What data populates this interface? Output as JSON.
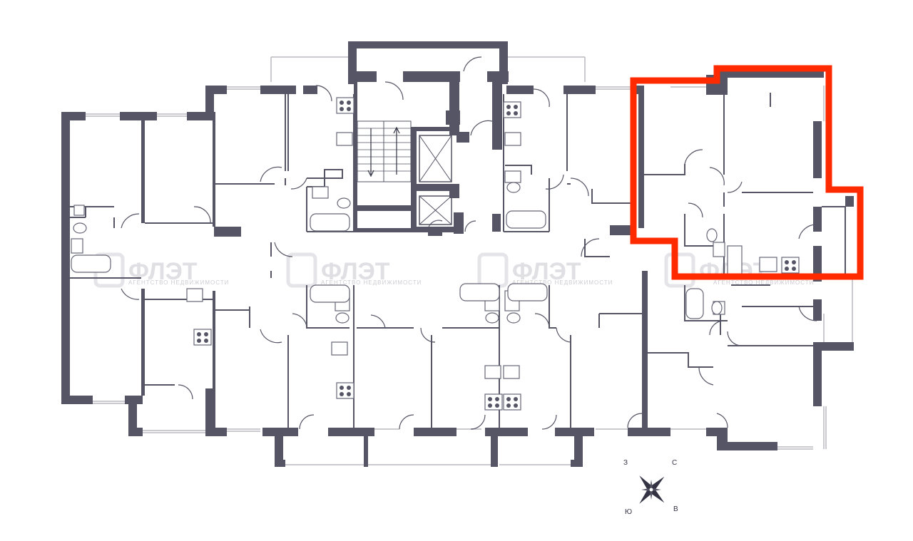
{
  "watermark": {
    "brand": "ФЛЭТ",
    "subtitle": "АГЕНТСТВО НЕДВИЖИМОСТИ"
  },
  "compass": {
    "west": "З",
    "north": "С",
    "south": "Ю",
    "east": "В"
  },
  "colors": {
    "walls": "#555566",
    "highlight": "#ff2a00",
    "windows": "#b8b8c0"
  },
  "highlighted_unit": "northeast-apartment"
}
